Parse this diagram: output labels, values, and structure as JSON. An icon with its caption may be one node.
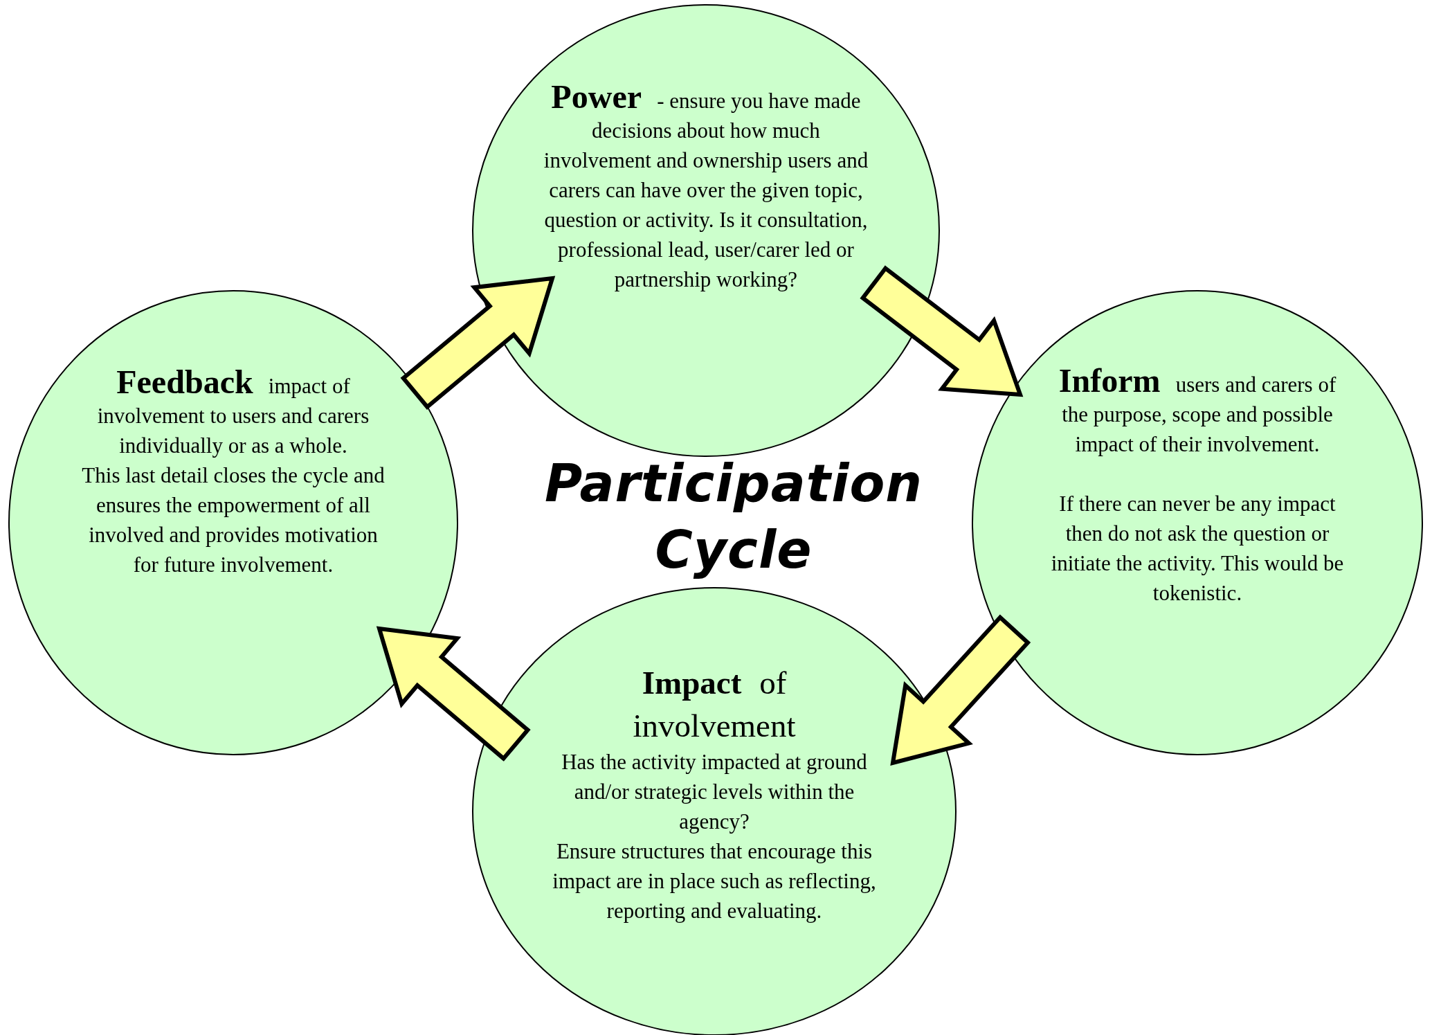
{
  "diagram": {
    "title": "Participation Cycle",
    "nodes": [
      {
        "text": [
          "**Power** - ensure you have made decisions about how much involvement and ownership users and carers can have over the given topic, question or activity.  Is it consultation, professional lead, user/carer led or partnership working?"
        ]
      },
      {
        "text": [
          "**Inform** users and carers of the purpose, scope and possible impact of their involvement.",
          "If there can never be any impact then do not ask the question or initiate the activity. This would be tokenistic."
        ]
      },
      {
        "text": [
          "**Impact** of involvement",
          "Has the activity impacted at ground and/or strategic levels within the agency?",
          "Ensure structures that encourage this impact are in place such as reflecting, reporting and evaluating."
        ]
      },
      {
        "text": [
          "**Feedback** impact of involvement to users and carers individually or as a whole.",
          "This last detail closes the cycle and ensures the empowerment of all involved and provides motivation for future involvement."
        ]
      }
    ],
    "edges": [
      {
        "from": 3,
        "to": 0,
        "arrow": "to"
      },
      {
        "from": 0,
        "to": 1,
        "arrow": "to"
      },
      {
        "from": 1,
        "to": 2,
        "arrow": "to"
      },
      {
        "from": 2,
        "to": 3,
        "arrow": "to"
      }
    ]
  }
}
